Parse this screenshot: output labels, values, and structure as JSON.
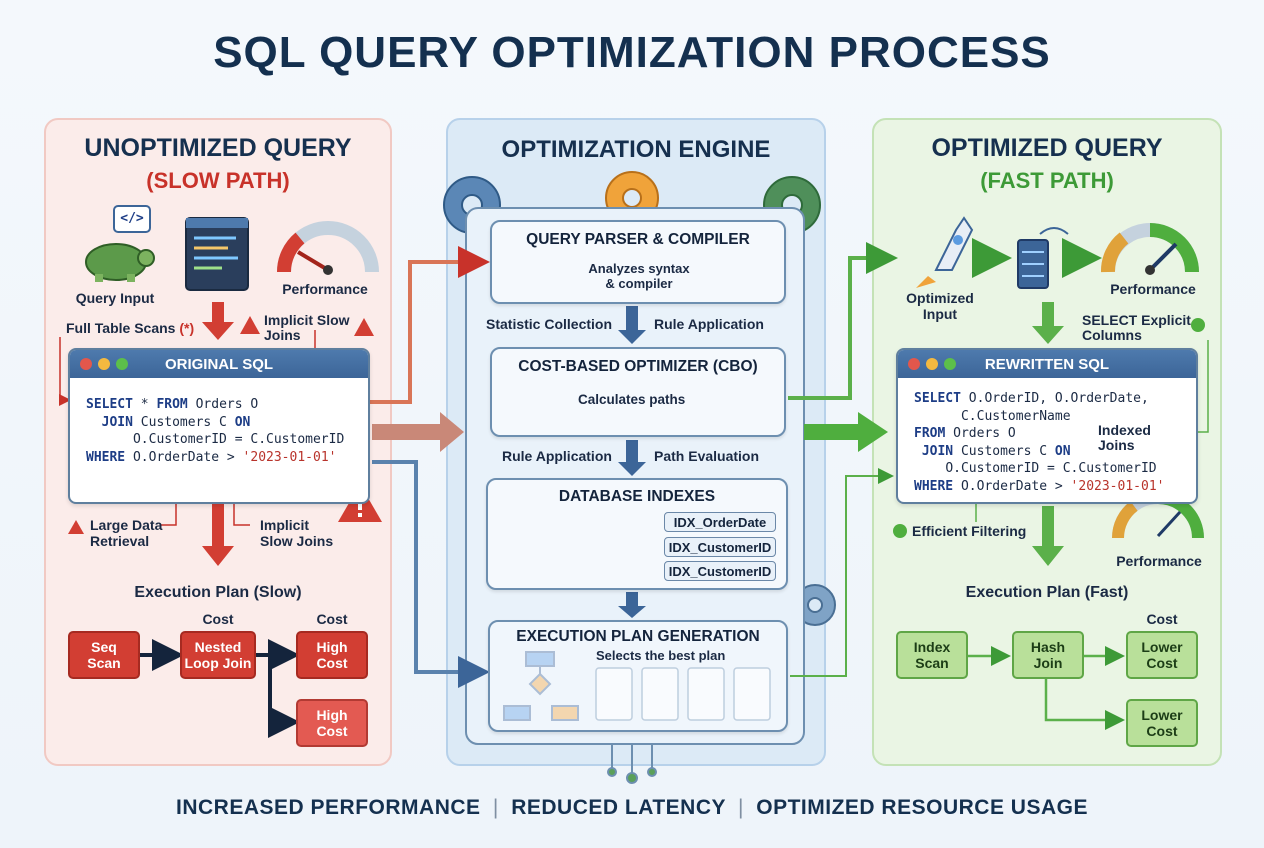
{
  "title": "SQL QUERY OPTIMIZATION PROCESS",
  "left": {
    "heading": "UNOPTIMIZED QUERY",
    "subheading": "(SLOW PATH)",
    "query_input": "Query Input",
    "performance": "Performance",
    "full_table_scans": "Full Table Scans",
    "full_table_scans_mark": "(*)",
    "implicit_slow_joins_top_1": "Implicit Slow",
    "implicit_slow_joins_top_2": "Joins",
    "sql_window_title": "ORIGINAL SQL",
    "code_icon": "</>",
    "sql": {
      "l1_kw": "SELECT",
      "l1_rest": " * ",
      "l1_kw2": "FROM",
      "l1_rest2": " Orders O",
      "l2_kw": "JOIN",
      "l2_rest": " Customers C ",
      "l2_kw2": "ON",
      "l3": "O.CustomerID = C.CustomerID",
      "l4_kw": "WHERE",
      "l4_rest": " O.OrderDate > ",
      "l4_str": "'2023-01-01'"
    },
    "large_data_1": "Large Data",
    "large_data_2": "Retrieval",
    "implicit_slow_joins_bottom_1": "Implicit",
    "implicit_slow_joins_bottom_2": "Slow Joins",
    "plan_title": "Execution Plan (Slow)",
    "cost_label_1": "Cost",
    "cost_label_2": "Cost",
    "nodes": {
      "seq_scan_1": "Seq",
      "seq_scan_2": "Scan",
      "nested_1": "Nested",
      "nested_2": "Loop Join",
      "high_cost_a_1": "High",
      "high_cost_a_2": "Cost",
      "high_cost_b_1": "High",
      "high_cost_b_2": "Cost"
    }
  },
  "middle": {
    "heading": "OPTIMIZATION ENGINE",
    "parser_title": "QUERY PARSER & COMPILER",
    "parser_desc_1": "Analyzes syntax",
    "parser_desc_2": "& compiler",
    "statistic_collection": "Statistic Collection",
    "rule_application_top": "Rule Application",
    "cbo_title": "COST-BASED OPTIMIZER (CBO)",
    "cbo_desc": "Calculates paths",
    "rule_application_mid": "Rule Application",
    "path_evaluation": "Path Evaluation",
    "indexes_title": "DATABASE INDEXES",
    "index_1": "IDX_OrderDate",
    "index_2": "IDX_CustomerID",
    "index_3": "IDX_CustomerID",
    "plan_gen_title": "EXECUTION PLAN GENERATION",
    "plan_gen_desc": "Selects the best plan"
  },
  "right": {
    "heading": "OPTIMIZED QUERY",
    "subheading": "(FAST PATH)",
    "optimized_input_1": "Optimized",
    "optimized_input_2": "Input",
    "performance_top": "Performance",
    "select_explicit_1": "SELECT Explicit",
    "select_explicit_2": "Columns",
    "sql_window_title": "REWRITTEN SQL",
    "sql": {
      "l1_kw": "SELECT",
      "l1_rest": " O.OrderID, O.OrderDate,",
      "l2": "C.CustomerName",
      "l3_kw": "FROM",
      "l3_rest": " Orders O",
      "l4_kw": "JOIN",
      "l4_rest": " Customers C ",
      "l4_kw2": "ON",
      "l5": "O.CustomerID = C.CustomerID",
      "l6_kw": "WHERE",
      "l6_rest": " O.OrderDate > ",
      "l6_str": "'2023-01-01'"
    },
    "indexed_joins_1": "Indexed",
    "indexed_joins_2": "Joins",
    "efficient_filtering": "Efficient Filtering",
    "performance_bottom": "Performance",
    "plan_title": "Execution Plan (Fast)",
    "cost_label": "Cost",
    "nodes": {
      "index_scan_1": "Index",
      "index_scan_2": "Scan",
      "hash_join_1": "Hash",
      "hash_join_2": "Join",
      "lower_cost_a_1": "Lower",
      "lower_cost_a_2": "Cost",
      "lower_cost_b_1": "Lower",
      "lower_cost_b_2": "Cost"
    }
  },
  "footer": {
    "item_1": "INCREASED PERFORMANCE",
    "item_2": "REDUCED LATENCY",
    "item_3": "OPTIMIZED RESOURCE USAGE",
    "separator": "|"
  },
  "colors": {
    "red": "#d23e33",
    "green": "#3d9a37",
    "blue": "#3c6598",
    "navy": "#14304f"
  }
}
